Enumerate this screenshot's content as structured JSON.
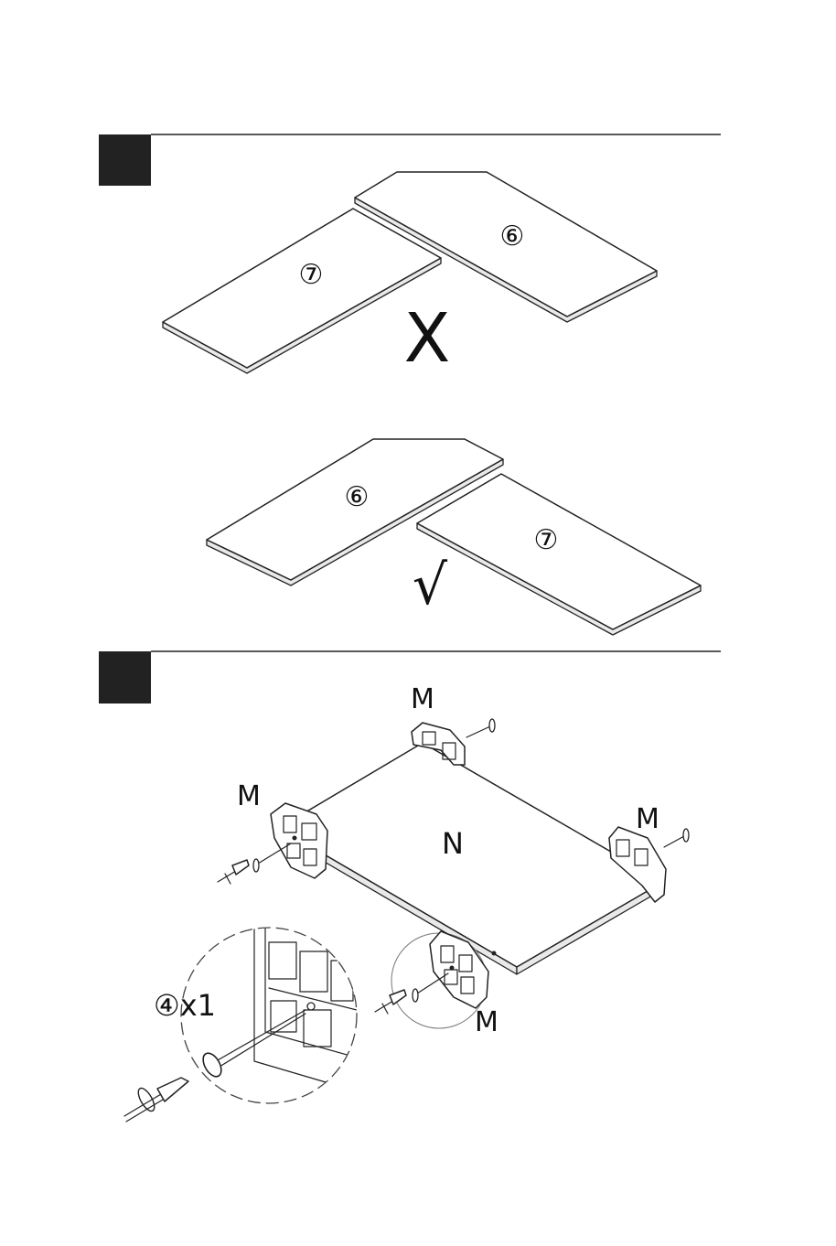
{
  "step1": {
    "wrong_mark": "X",
    "correct_mark": "√",
    "wrong": {
      "part_left": "⑦",
      "part_right": "⑥"
    },
    "correct": {
      "part_left": "⑥",
      "part_right": "⑦"
    }
  },
  "step2": {
    "panel_label": "N",
    "bracket_label": "M",
    "detail_quantity": "④x1"
  }
}
